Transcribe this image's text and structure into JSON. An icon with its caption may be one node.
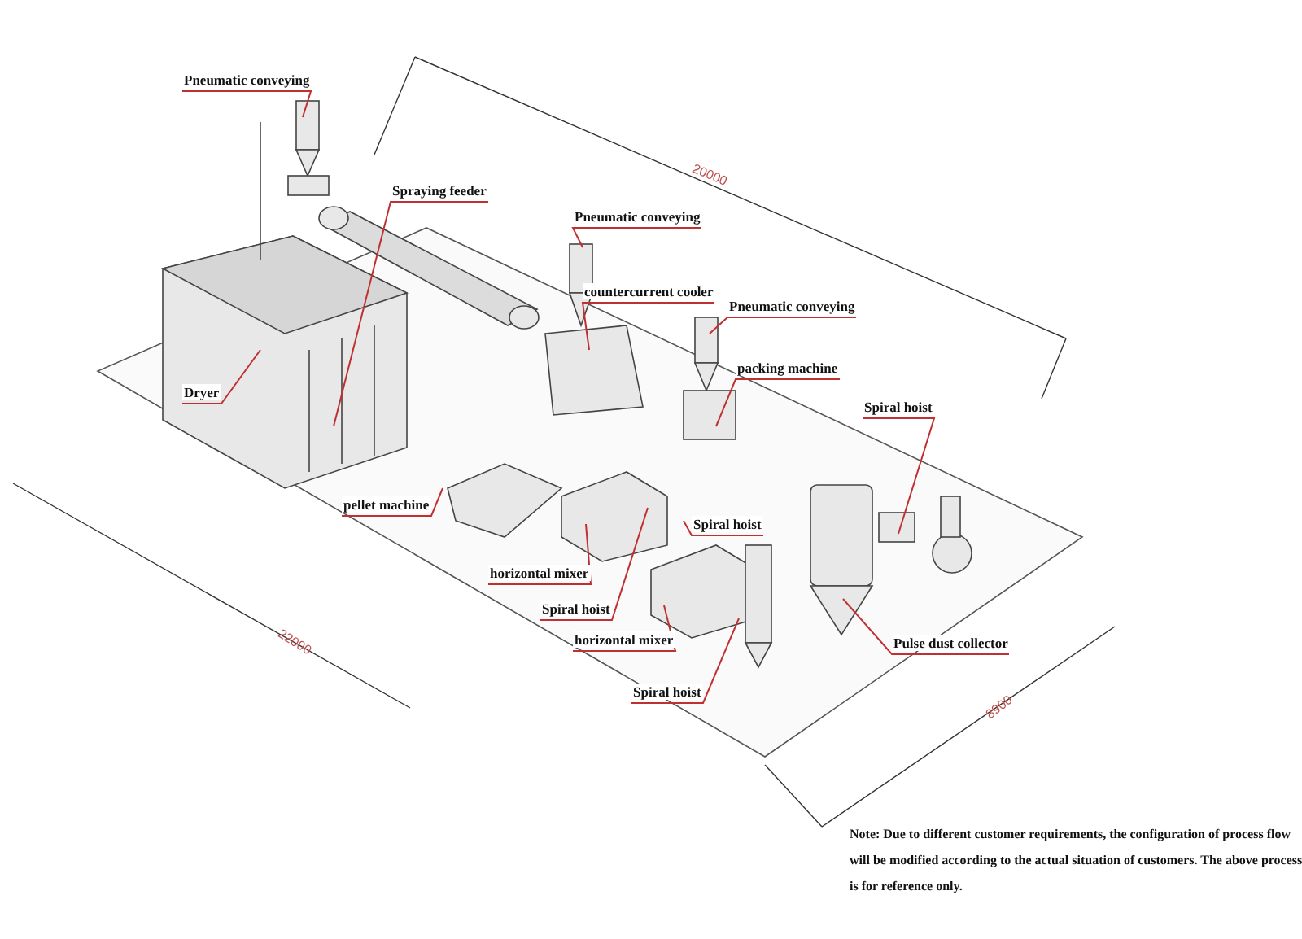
{
  "diagram": {
    "nodes": [
      {
        "text": [
          "Pneumatic conveying"
        ]
      },
      {
        "text": [
          "Spraying feeder"
        ]
      },
      {
        "text": [
          "Pneumatic conveying"
        ]
      },
      {
        "text": [
          "countercurrent cooler"
        ]
      },
      {
        "text": [
          "Pneumatic conveying"
        ]
      },
      {
        "text": [
          "packing machine"
        ]
      },
      {
        "text": [
          "Dryer"
        ]
      },
      {
        "text": [
          "Spiral hoist"
        ]
      },
      {
        "text": [
          "pellet machine"
        ]
      },
      {
        "text": [
          "horizontal mixer"
        ]
      },
      {
        "text": [
          "Spiral hoist"
        ]
      },
      {
        "text": [
          "Spiral hoist"
        ]
      },
      {
        "text": [
          "horizontal mixer"
        ]
      },
      {
        "text": [
          "Spiral hoist"
        ]
      },
      {
        "text": [
          "Pulse dust collector"
        ]
      }
    ],
    "edges": [
      {
        "from": 0,
        "to": null,
        "arrow": "none"
      },
      {
        "from": 1,
        "to": null,
        "arrow": "none"
      },
      {
        "from": 2,
        "to": null,
        "arrow": "none"
      },
      {
        "from": 3,
        "to": null,
        "arrow": "none"
      },
      {
        "from": 4,
        "to": null,
        "arrow": "none"
      },
      {
        "from": 5,
        "to": null,
        "arrow": "none"
      },
      {
        "from": 6,
        "to": null,
        "arrow": "none"
      },
      {
        "from": 7,
        "to": null,
        "arrow": "none"
      },
      {
        "from": 8,
        "to": null,
        "arrow": "none"
      },
      {
        "from": 9,
        "to": null,
        "arrow": "none"
      },
      {
        "from": 10,
        "to": null,
        "arrow": "none"
      },
      {
        "from": 11,
        "to": null,
        "arrow": "none"
      },
      {
        "from": 12,
        "to": null,
        "arrow": "none"
      },
      {
        "from": 13,
        "to": null,
        "arrow": "none"
      },
      {
        "from": 14,
        "to": null,
        "arrow": "none"
      }
    ],
    "labels": [
      "20000",
      "22000",
      "8900",
      "Note: Due to different customer requirements, the configuration of process flow will be modified according to the actual situation of customers. The above process is for reference only."
    ]
  }
}
